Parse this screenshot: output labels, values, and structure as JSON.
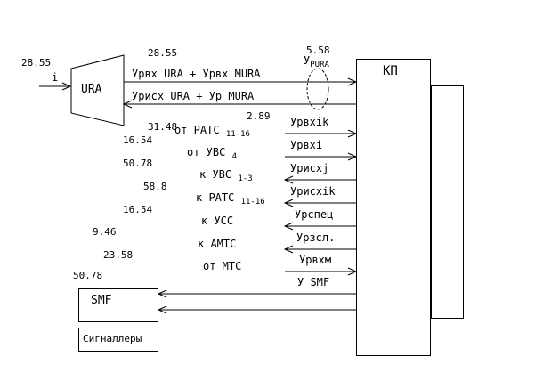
{
  "diagram": {
    "input": {
      "num": "28.55",
      "var": "i"
    },
    "ura": {
      "label": "URA"
    },
    "kp": {
      "label": "КП"
    },
    "top": {
      "num1": "28.55",
      "num2": "5.58",
      "upura_base": "У",
      "upura_sub": "PURA",
      "line1_label": "Урвх URA + Урвх MURA",
      "line2_label": "Урисх URA + Ур MURA"
    },
    "rows": [
      {
        "num": "31.48",
        "extra": "2.89",
        "mid": "от РАТС",
        "sub": "11-16",
        "label": "Урвхik"
      },
      {
        "num": "16.54",
        "extra": "",
        "mid": "от УВС",
        "sub": "4",
        "label": "Урвхi"
      },
      {
        "num": "50.78",
        "extra": "",
        "mid": "к УВС",
        "sub": "1-3",
        "label": "Урисхj"
      },
      {
        "num": "58.8",
        "extra": "",
        "mid": "к РАТС",
        "sub": "11-16",
        "label": "Урисхik"
      },
      {
        "num": "16.54",
        "extra": "",
        "mid": "к УСС",
        "sub": "",
        "label": "Урспец"
      },
      {
        "num": "9.46",
        "extra": "",
        "mid": "к АМТС",
        "sub": "",
        "label": "Урзсл."
      },
      {
        "num": "23.58",
        "extra": "",
        "mid": "от МТС",
        "sub": "",
        "label": "Урвхм"
      }
    ],
    "smf": {
      "num": "50.78",
      "line_label": "У SMF",
      "box_label": "SMF"
    },
    "signallers": {
      "label": "Сигналлеры"
    }
  }
}
